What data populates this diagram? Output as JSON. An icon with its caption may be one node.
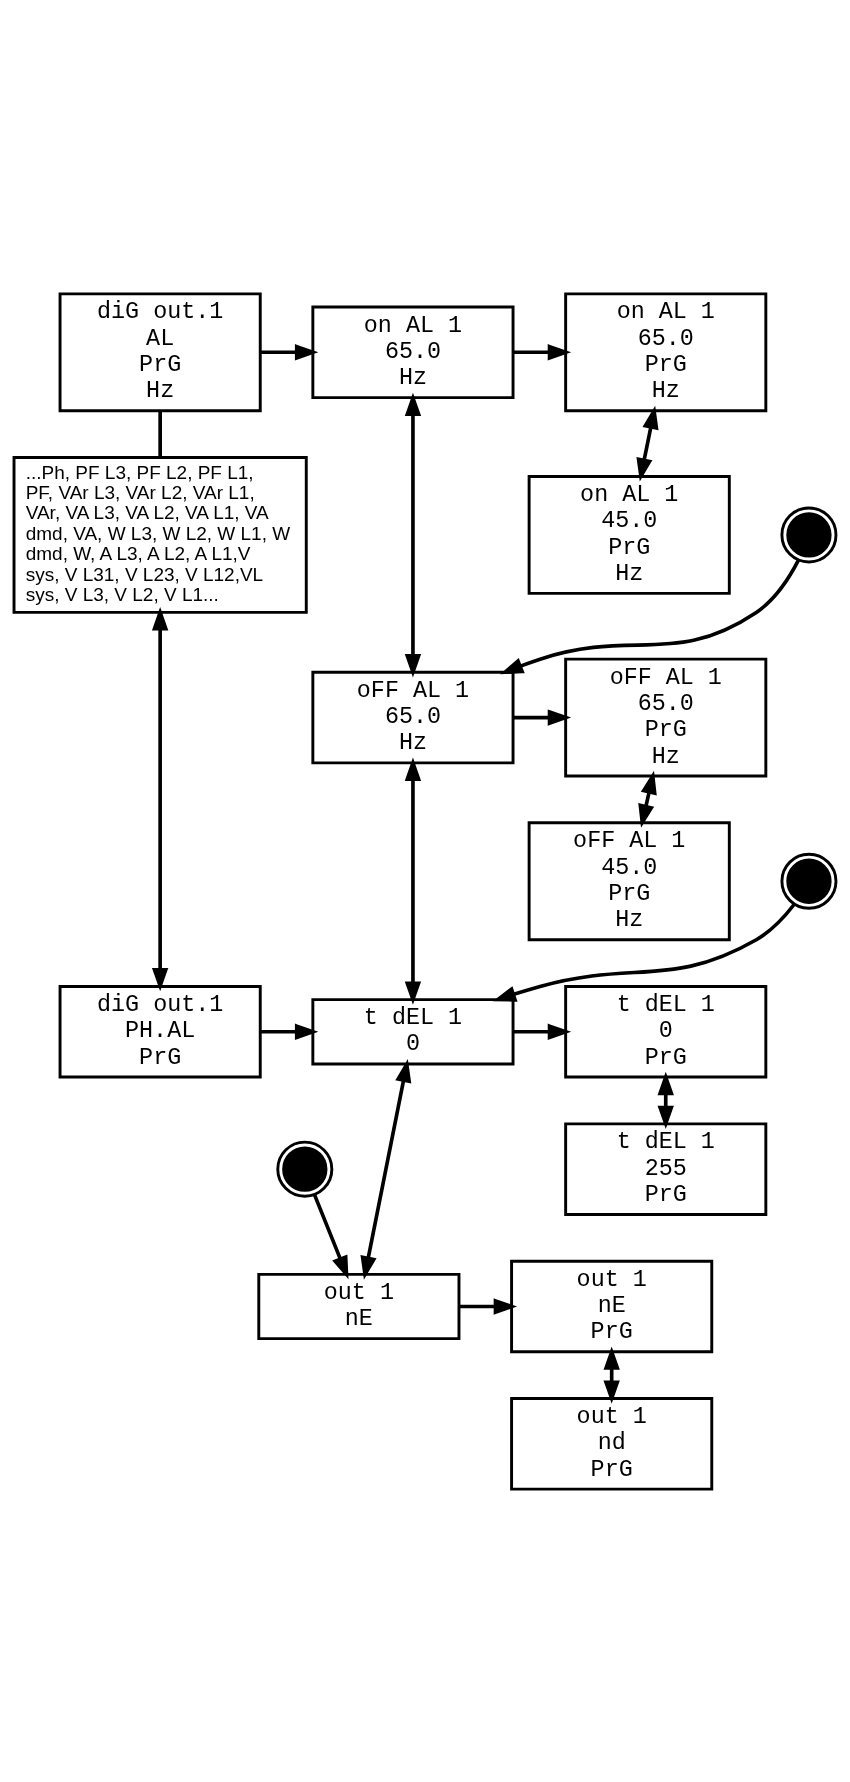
{
  "diagram": {
    "nodes": [
      {
        "text": [
          "diG out.1",
          "AL",
          "PrG",
          "Hz"
        ]
      },
      {
        "text": [
          "on AL 1",
          "65.0",
          "Hz"
        ]
      },
      {
        "text": [
          "on AL 1",
          "65.0",
          "PrG",
          "Hz"
        ]
      },
      {
        "text": [
          "...Ph, PF L3, PF L2, PF L1, PF, VAr L3, VAr L2, VAr L1, VAr, VA L3, VA L2, VA L1, VA dmd, VA, W L3, W L2, W L1, W dmd, W, A L3, A L2, A L1,V sys, V L31, V L23, V L12,VL sys, V L3, V L2, V L1..."
        ]
      },
      {
        "text": [
          "on AL 1",
          "45.0",
          "PrG",
          "Hz"
        ]
      },
      {
        "text": [],
        "shape": "circle"
      },
      {
        "text": [
          "oFF AL 1",
          "65.0",
          "Hz"
        ]
      },
      {
        "text": [
          "oFF AL 1",
          "65.0",
          "PrG",
          "Hz"
        ]
      },
      {
        "text": [
          "oFF AL 1",
          "45.0",
          "PrG",
          "Hz"
        ]
      },
      {
        "text": [],
        "shape": "circle"
      },
      {
        "text": [
          "diG out.1",
          "PH.AL",
          "PrG"
        ]
      },
      {
        "text": [
          "t dEL 1",
          "0"
        ]
      },
      {
        "text": [
          "t dEL 1",
          "0",
          "PrG"
        ]
      },
      {
        "text": [
          "t dEL 1",
          "255",
          "PrG"
        ]
      },
      {
        "text": [],
        "shape": "circle"
      },
      {
        "text": [
          "out 1",
          "nE"
        ]
      },
      {
        "text": [
          "out 1",
          "nE",
          "PrG"
        ]
      },
      {
        "text": [
          "out 1",
          "nd",
          "PrG"
        ]
      }
    ],
    "edges": [
      {
        "from": 0,
        "to": 1,
        "arrow": "to"
      },
      {
        "from": 1,
        "to": 2,
        "arrow": "to"
      },
      {
        "from": 2,
        "to": 4,
        "arrow": "both"
      },
      {
        "from": 5,
        "to": 6,
        "arrow": "to"
      },
      {
        "from": 1,
        "to": 6,
        "arrow": "both"
      },
      {
        "from": 6,
        "to": 7,
        "arrow": "to"
      },
      {
        "from": 7,
        "to": 8,
        "arrow": "both"
      },
      {
        "from": 9,
        "to": 11,
        "arrow": "to"
      },
      {
        "from": 6,
        "to": 11,
        "arrow": "both"
      },
      {
        "from": 0,
        "to": 3,
        "arrow": "none"
      },
      {
        "from": 3,
        "to": 10,
        "arrow": "both"
      },
      {
        "from": 10,
        "to": 11,
        "arrow": "to"
      },
      {
        "from": 11,
        "to": 12,
        "arrow": "to"
      },
      {
        "from": 12,
        "to": 13,
        "arrow": "both"
      },
      {
        "from": 14,
        "to": 15,
        "arrow": "to"
      },
      {
        "from": 11,
        "to": 15,
        "arrow": "both"
      },
      {
        "from": 15,
        "to": 16,
        "arrow": "to"
      },
      {
        "from": 16,
        "to": 17,
        "arrow": "both"
      }
    ]
  }
}
